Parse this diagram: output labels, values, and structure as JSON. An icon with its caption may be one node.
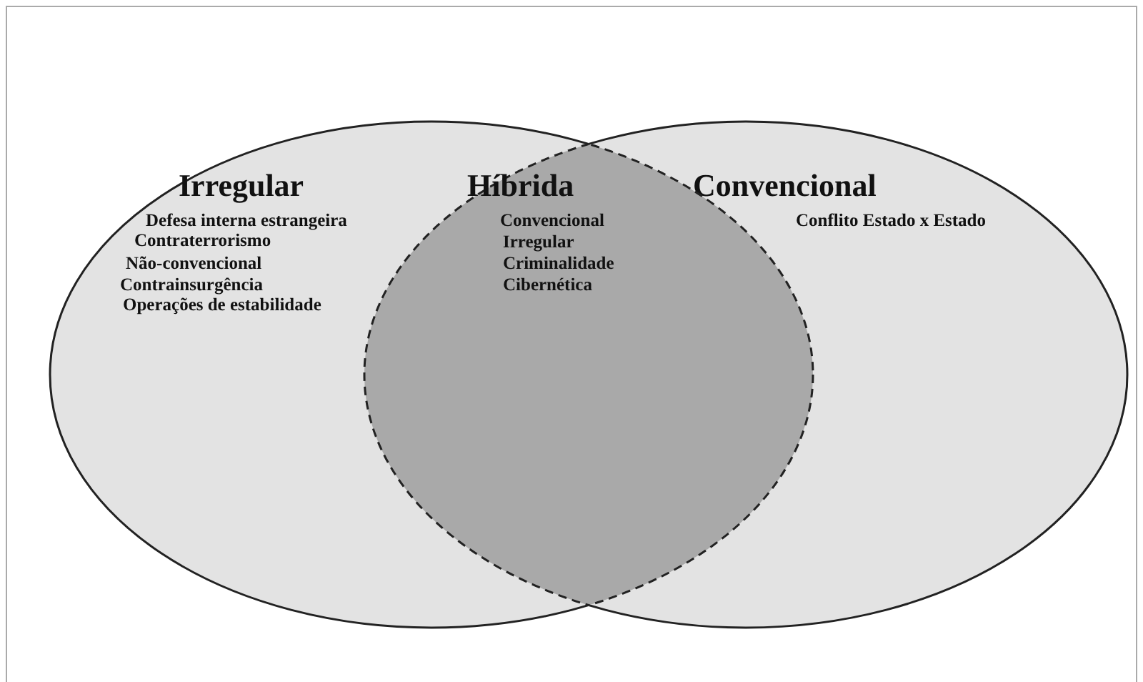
{
  "diagram": {
    "nodes": [
      {
        "text": [
          "Irregular",
          "Defesa interna estrangeira",
          "Contraterrorismo",
          "Não-convencional",
          "Contrainsurgência",
          "Operações de estabilidade"
        ]
      },
      {
        "text": [
          "Híbrida",
          "Convencional",
          "Irregular",
          "Criminalidade",
          "Cibernética"
        ]
      },
      {
        "text": [
          "Convencional",
          "Conflito Estado x Estado"
        ]
      }
    ],
    "edges": []
  }
}
